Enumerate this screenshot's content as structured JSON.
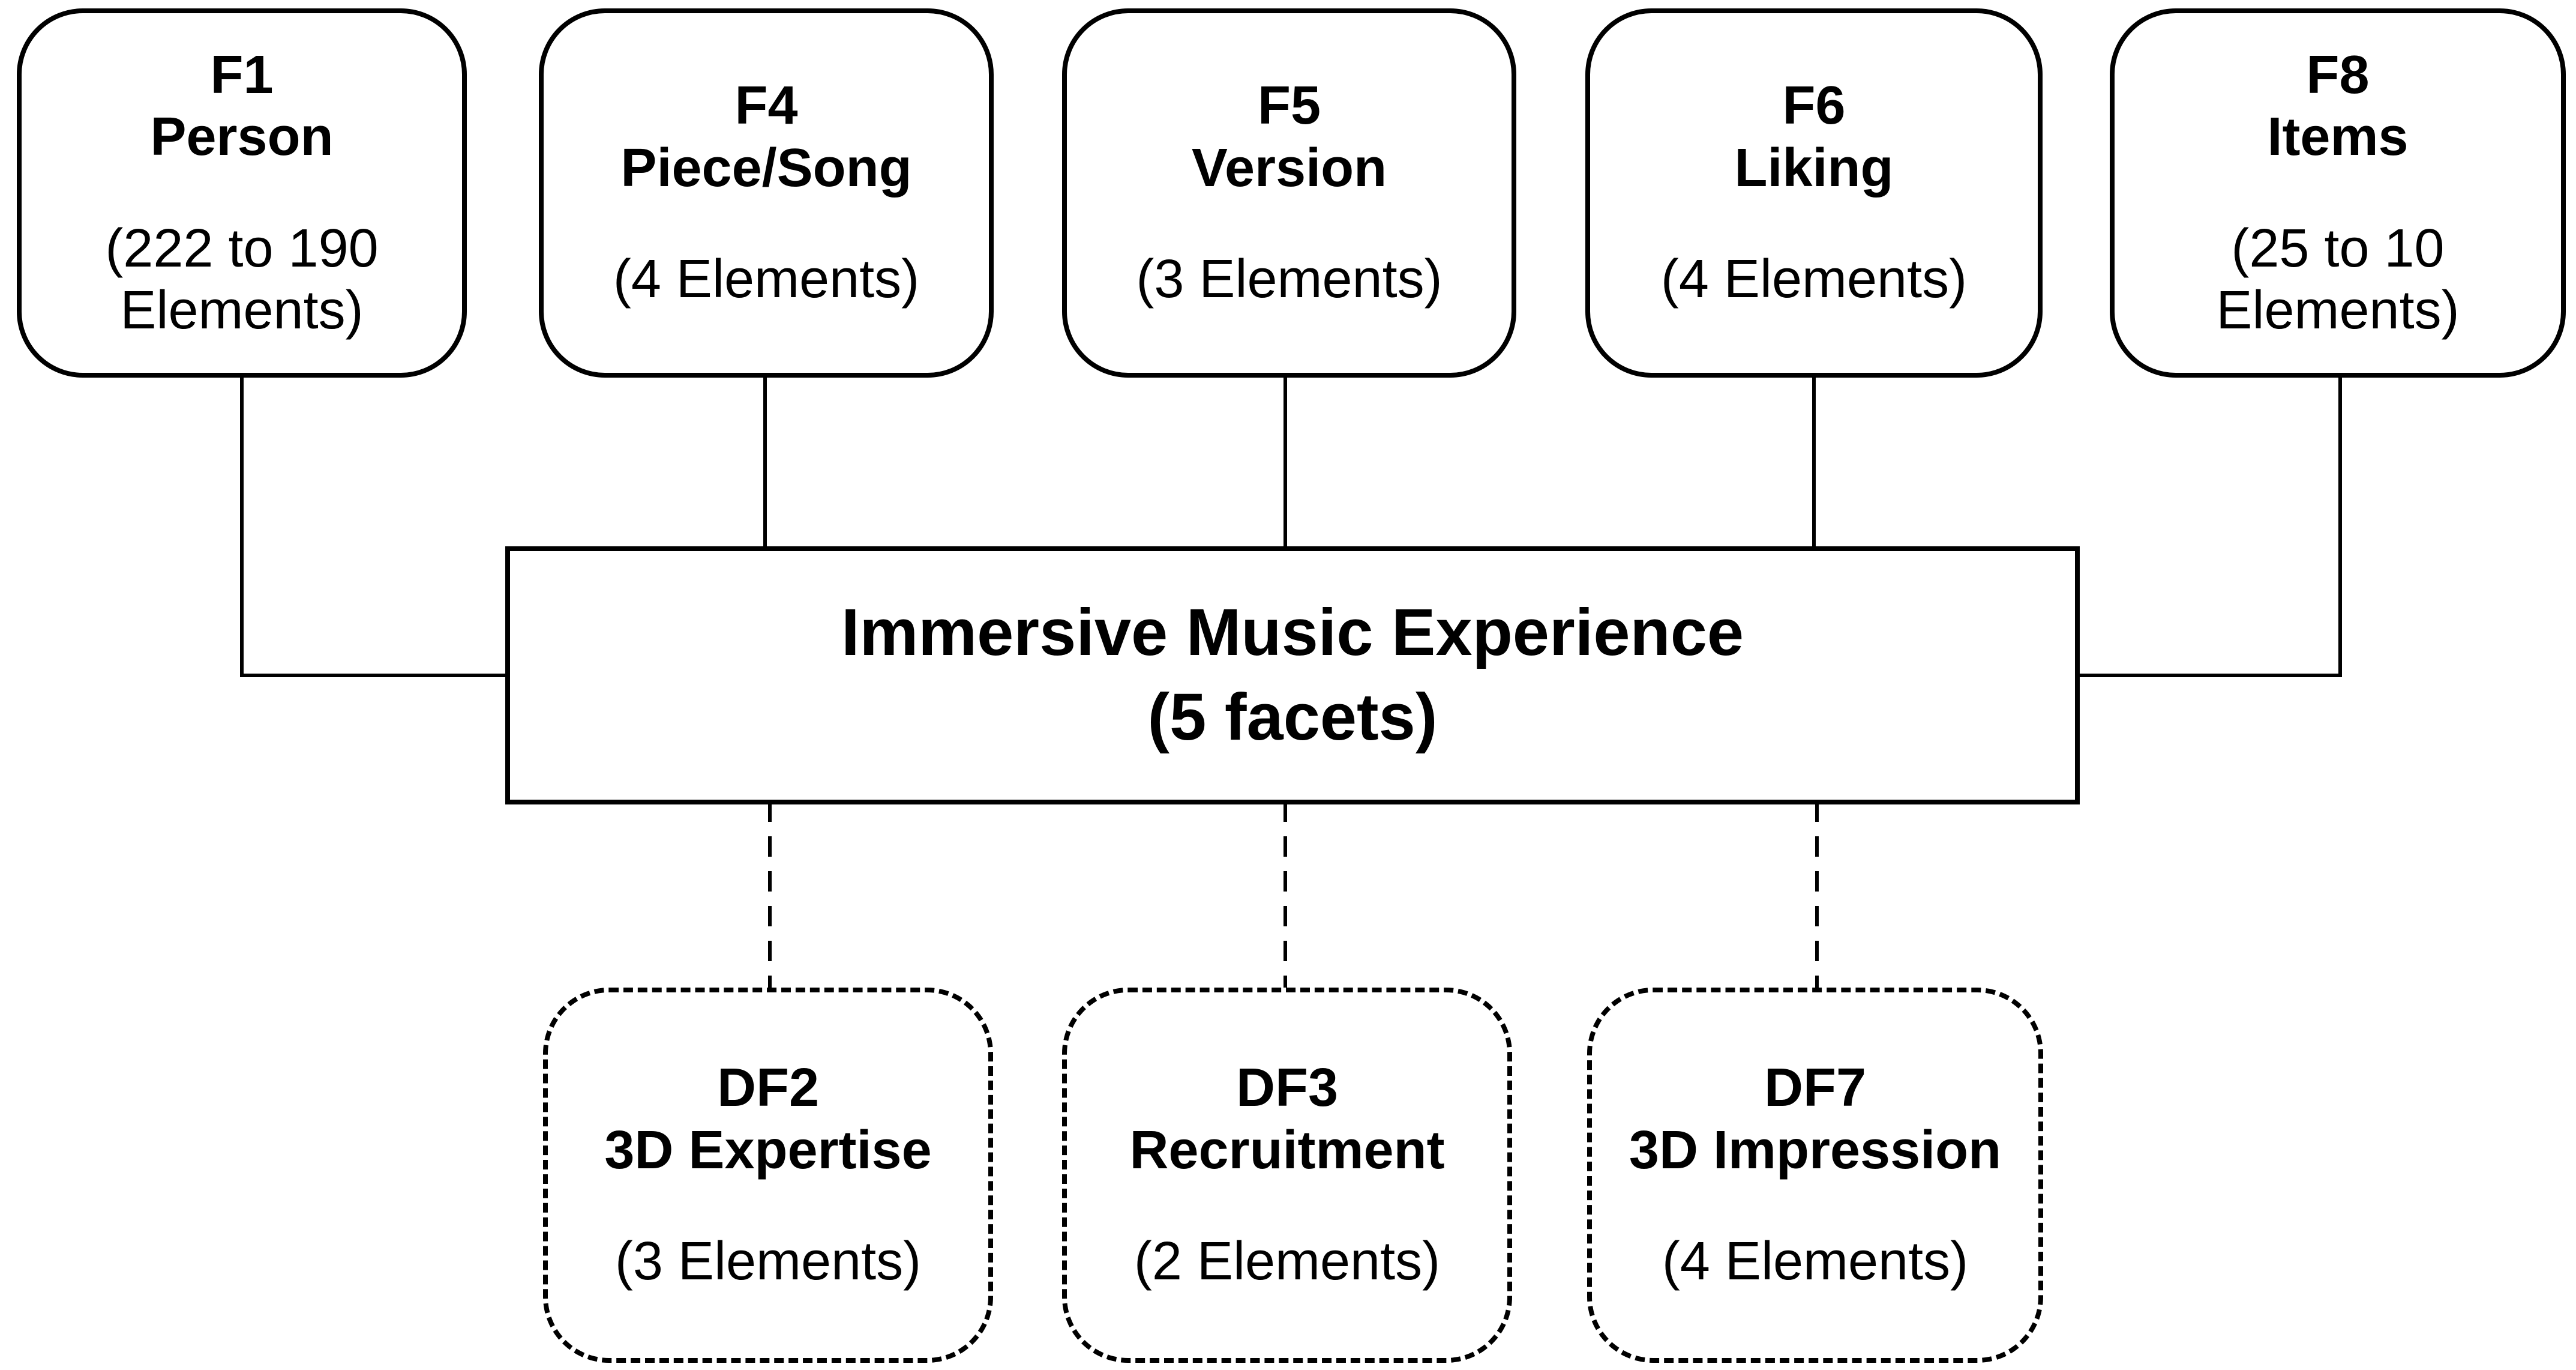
{
  "center": {
    "title": "Immersive Music Experience",
    "subtitle": "(5 facets)"
  },
  "facets": [
    {
      "code": "F1",
      "name": "Person",
      "elements": "(222 to 190 Elements)"
    },
    {
      "code": "F4",
      "name": "Piece/Song",
      "elements": "(4 Elements)"
    },
    {
      "code": "F5",
      "name": "Version",
      "elements": "(3 Elements)"
    },
    {
      "code": "F6",
      "name": "Liking",
      "elements": "(4 Elements)"
    },
    {
      "code": "F8",
      "name": "Items",
      "elements": "(25 to 10 Elements)"
    }
  ],
  "dummy_facets": [
    {
      "code": "DF2",
      "name": "3D Expertise",
      "elements": "(3 Elements)"
    },
    {
      "code": "DF3",
      "name": "Recruitment",
      "elements": "(2 Elements)"
    },
    {
      "code": "DF7",
      "name": "3D Impression",
      "elements": "(4 Elements)"
    }
  ]
}
